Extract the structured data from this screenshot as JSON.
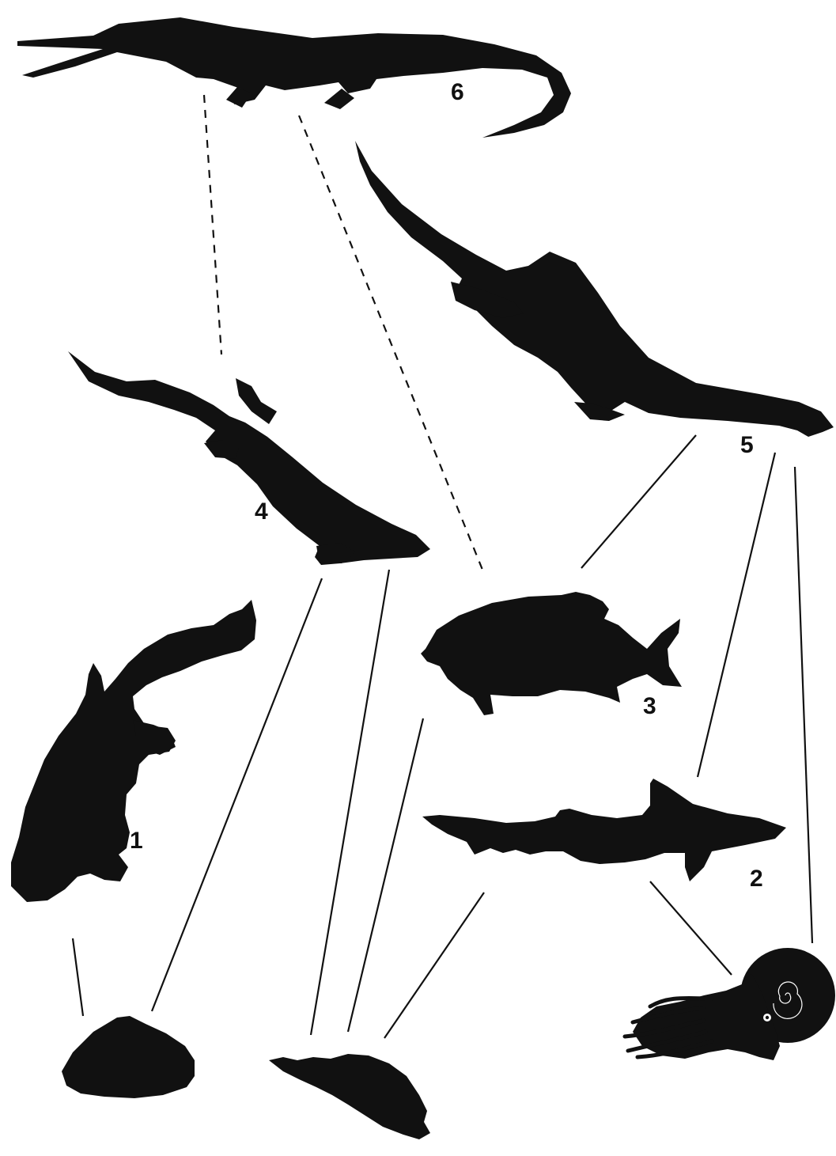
{
  "figure": {
    "organisms": [
      {
        "id": "1",
        "label": "1",
        "kind": "marine reptile (paddling, long tail)"
      },
      {
        "id": "2",
        "label": "2",
        "kind": "shark"
      },
      {
        "id": "3",
        "label": "3",
        "kind": "bony fish"
      },
      {
        "id": "4",
        "label": "4",
        "kind": "marine reptile (crested tail)"
      },
      {
        "id": "5",
        "label": "5",
        "kind": "long-necked marine reptile"
      },
      {
        "id": "6",
        "label": "6",
        "kind": "long-snouted crocodilian"
      },
      {
        "id": "bivalve",
        "label": "",
        "kind": "bivalve"
      },
      {
        "id": "gastropod",
        "label": "",
        "kind": "gastropod"
      },
      {
        "id": "ammonite",
        "label": "",
        "kind": "ammonite"
      }
    ],
    "links": [
      {
        "from": "6",
        "to": "4",
        "style": "dashed"
      },
      {
        "from": "6",
        "to": "3",
        "style": "dashed"
      },
      {
        "from": "5",
        "to": "3",
        "style": "solid"
      },
      {
        "from": "5",
        "to": "2",
        "style": "solid"
      },
      {
        "from": "5",
        "to": "ammonite",
        "style": "solid"
      },
      {
        "from": "4",
        "to": "bivalve",
        "style": "solid"
      },
      {
        "from": "4",
        "to": "gastropod",
        "style": "solid"
      },
      {
        "from": "3",
        "to": "gastropod",
        "style": "solid"
      },
      {
        "from": "2",
        "to": "gastropod",
        "style": "solid"
      },
      {
        "from": "2",
        "to": "ammonite",
        "style": "solid"
      },
      {
        "from": "1",
        "to": "bivalve",
        "style": "solid"
      }
    ],
    "colors": {
      "silhouette": "#111111",
      "background": "#ffffff"
    }
  }
}
